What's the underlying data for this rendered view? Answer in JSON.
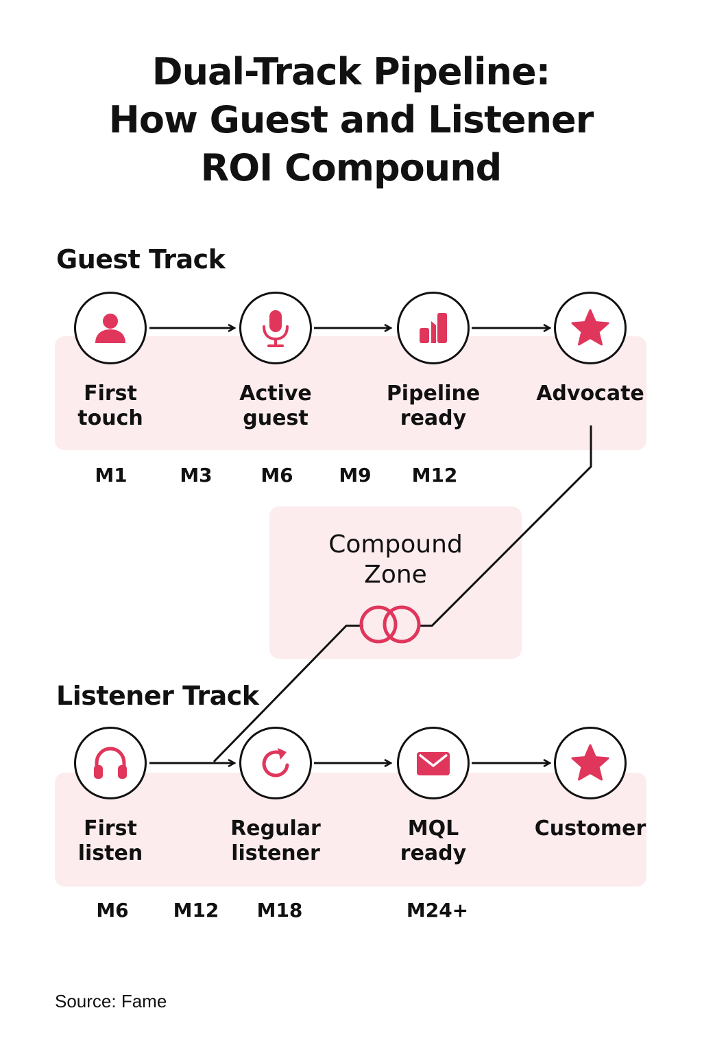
{
  "title": {
    "line1": "Dual-Track Pipeline:",
    "line2": "How Guest and Listener",
    "line3": "ROI Compound"
  },
  "colors": {
    "accent": "#e0365c",
    "band": "#fdecee",
    "line": "#111111"
  },
  "guest_track": {
    "heading": "Guest Track",
    "stages": [
      {
        "l1": "First",
        "l2": "touch",
        "icon": "person-icon"
      },
      {
        "l1": "Active",
        "l2": "guest",
        "icon": "microphone-icon"
      },
      {
        "l1": "Pipeline",
        "l2": "ready",
        "icon": "bar-chart-icon"
      },
      {
        "l1": "Advocate",
        "l2": "",
        "icon": "star-icon"
      }
    ],
    "months": [
      "M1",
      "M3",
      "M6",
      "M9",
      "M12"
    ]
  },
  "compound_zone": {
    "l1": "Compound",
    "l2": "Zone",
    "icon": "interlocking-rings-icon"
  },
  "listener_track": {
    "heading": "Listener Track",
    "stages": [
      {
        "l1": "First",
        "l2": "listen",
        "icon": "headphones-icon"
      },
      {
        "l1": "Regular",
        "l2": "listener",
        "icon": "refresh-icon"
      },
      {
        "l1": "MQL",
        "l2": "ready",
        "icon": "envelope-icon"
      },
      {
        "l1": "Customer",
        "l2": "",
        "icon": "star-icon"
      }
    ],
    "months": [
      "M6",
      "M12",
      "M18",
      "M24+"
    ]
  },
  "source": "Source: Fame"
}
